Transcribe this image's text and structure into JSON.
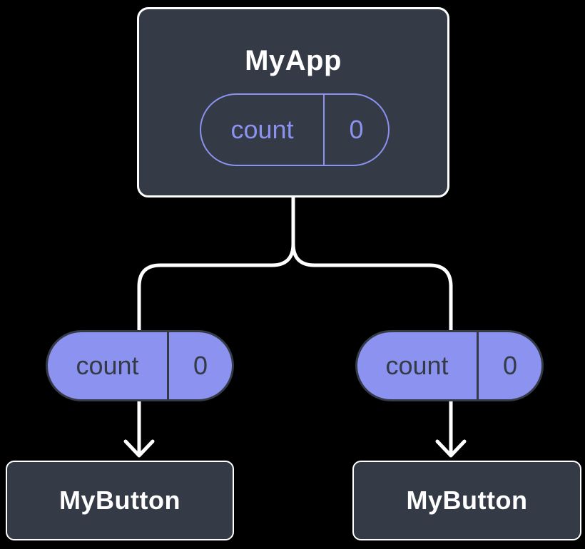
{
  "diagram": {
    "background_color": "#000000",
    "colors": {
      "node_fill": "#343A46",
      "node_border": "#FFFFFF",
      "accent_purple": "#8B92F0",
      "connector_line": "#FFFFFF",
      "pill_text_dark": "#343A46",
      "title_text": "#FFFFFF"
    },
    "root": {
      "title": "MyApp",
      "state": {
        "name": "count",
        "value": "0"
      }
    },
    "props": [
      {
        "name": "count",
        "value": "0"
      },
      {
        "name": "count",
        "value": "0"
      }
    ],
    "children": [
      {
        "title": "MyButton"
      },
      {
        "title": "MyButton"
      }
    ]
  }
}
